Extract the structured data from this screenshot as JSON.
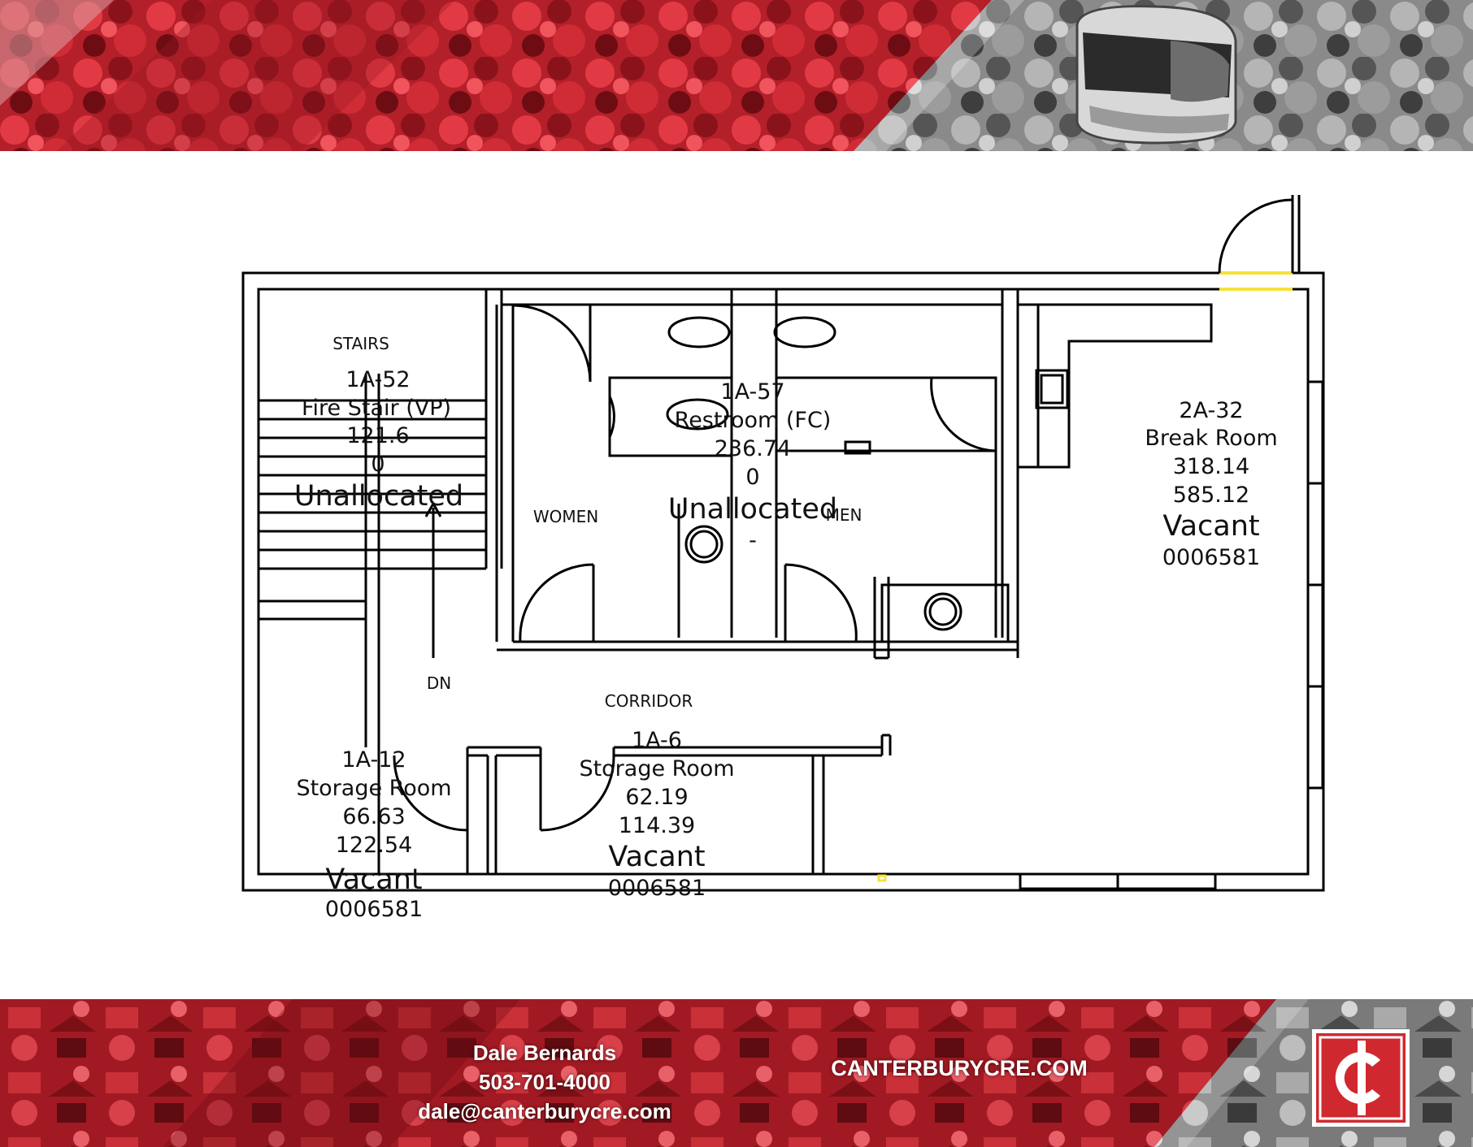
{
  "colors": {
    "brand_red": "#c8262e",
    "dark_red": "#7a1016",
    "gray": "#7d7d7d",
    "wall": "#000000",
    "door_accent": "#f5e23a"
  },
  "floor_plan": {
    "rooms": [
      {
        "id": "1A-52",
        "name": "Fire Stair (VP)",
        "area": "121.6",
        "alloc": "0",
        "status": "Unallocated",
        "code": ""
      },
      {
        "id": "1A-57",
        "name": "Restroom (FC)",
        "area": "236.74",
        "alloc": "0",
        "status": "Unallocated",
        "code": "-"
      },
      {
        "id": "2A-32",
        "name": "Break Room",
        "area": "318.14",
        "alloc": "585.12",
        "status": "Vacant",
        "code": "0006581"
      },
      {
        "id": "1A-12",
        "name": "Storage Room",
        "area": "66.63",
        "alloc": "122.54",
        "status": "Vacant",
        "code": "0006581"
      },
      {
        "id": "1A-6",
        "name": "Storage Room",
        "area": "62.19",
        "alloc": "114.39",
        "status": "Vacant",
        "code": "0006581"
      }
    ],
    "labels": {
      "stairs": "STAIRS",
      "women": "WOMEN",
      "men": "MEN",
      "corridor": "CORRIDOR",
      "down": "DN"
    }
  },
  "footer": {
    "contact_name": "Dale Bernards",
    "phone": "503-701-4000",
    "email": "dale@canterburycre.com",
    "website": "CANTERBURYCRE.COM"
  },
  "logo": {
    "icon": "canterbury-c-logo-icon"
  }
}
